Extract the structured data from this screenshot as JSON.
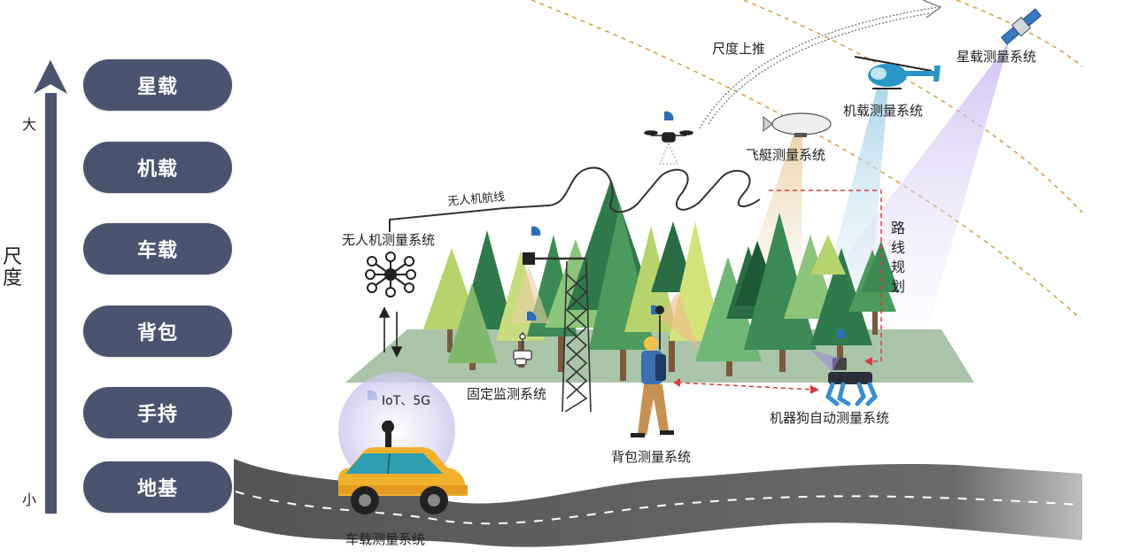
{
  "scale_axis": {
    "title": "尺度",
    "top_label": "大",
    "bottom_label": "小"
  },
  "levels": [
    {
      "label": "星载"
    },
    {
      "label": "机载"
    },
    {
      "label": "车载"
    },
    {
      "label": "背包"
    },
    {
      "label": "手持"
    },
    {
      "label": "地基"
    }
  ],
  "scene": {
    "scale_up_label": "尺度上推",
    "satellite_system": "星载测量系统",
    "airborne_system": "机载测量系统",
    "airship_system": "飞艇测量系统",
    "uav_route": "无人机航线",
    "uav_system": "无人机测量系统",
    "route_planning": "路线规划",
    "fixed_monitoring": "固定监测系统",
    "backpack_system": "背包测量系统",
    "robot_dog_system": "机器狗自动测量系统",
    "vehicle_system": "车载测量系统",
    "network_label": "IoT、5G"
  },
  "colors": {
    "pill": "#4a546f",
    "axis": "#4a546f",
    "ground": "#a9c4a7",
    "road": "#5a5a5a",
    "tree_dark": "#2f7a4a",
    "tree_light": "#b7d36b",
    "orbit": "#d6a24a",
    "route": "#d93c3c"
  }
}
